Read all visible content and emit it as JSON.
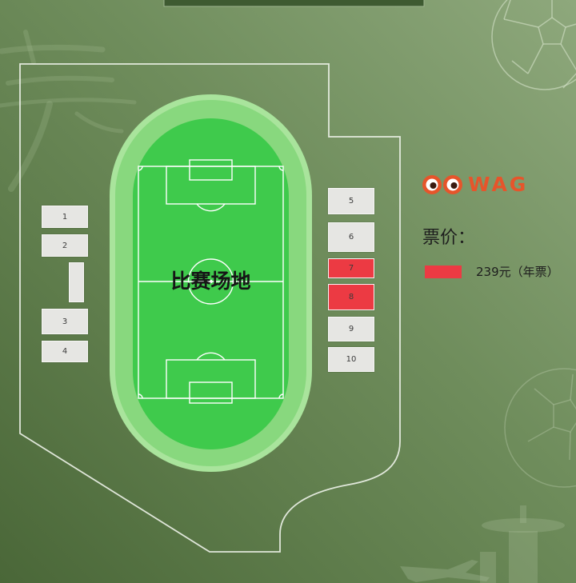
{
  "logo": {
    "text": "WAG",
    "color": "#e6552b"
  },
  "venue": {
    "field_label": "比赛场地",
    "sections_left": [
      {
        "label": "1",
        "color": "#e6e6e3"
      },
      {
        "label": "2",
        "color": "#e6e6e3"
      },
      {
        "label": "",
        "color": "#e6e6e3"
      },
      {
        "label": "3",
        "color": "#e6e6e3"
      },
      {
        "label": "4",
        "color": "#e6e6e3"
      }
    ],
    "sections_right": [
      {
        "label": "5",
        "color": "#e6e6e3"
      },
      {
        "label": "6",
        "color": "#e6e6e3"
      },
      {
        "label": "7",
        "color": "#ec3a43"
      },
      {
        "label": "8",
        "color": "#ec3a43"
      },
      {
        "label": "9",
        "color": "#e6e6e3"
      },
      {
        "label": "10",
        "color": "#e6e6e3"
      }
    ]
  },
  "legend": {
    "title": "票价：",
    "items": [
      {
        "color": "#ec3a43",
        "label": "239元（年票）"
      }
    ]
  }
}
